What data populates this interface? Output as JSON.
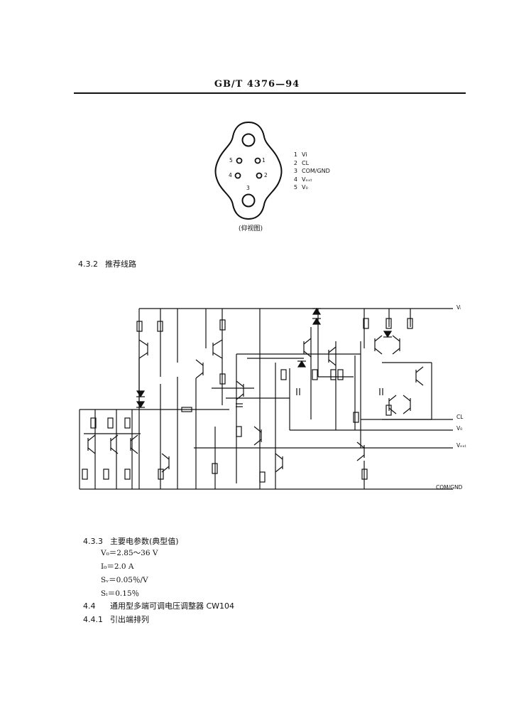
{
  "header": "GB/T 4376—94",
  "package": {
    "pin_numbers": [
      "5",
      "1",
      "4",
      "2",
      "3"
    ],
    "legend": [
      {
        "num": "1",
        "label": "Vi"
      },
      {
        "num": "2",
        "label": "CL"
      },
      {
        "num": "3",
        "label": "COM/GND"
      },
      {
        "num": "4",
        "label": "Vₑₓₜ"
      },
      {
        "num": "5",
        "label": "V₀"
      }
    ],
    "caption": "(仰视图)"
  },
  "sections": {
    "s432": {
      "number": "4.3.2",
      "title": "推荐线路"
    },
    "s433": {
      "number": "4.3.3",
      "title": "主要电参数(典型值)"
    },
    "s44": {
      "number": "4.4",
      "title": "通用型多端可调电压调整器 CW104"
    },
    "s441": {
      "number": "4.4.1",
      "title": "引出端排列"
    }
  },
  "circuit_labels": {
    "vi": "Vᵢ",
    "cl": "CL",
    "vo": "V₀",
    "vext": "Vₑₓₜ",
    "com": "COM/GND"
  },
  "params": [
    "V₀＝2.85～36 V",
    "I₀＝2.0 A",
    "Sᵥ＝0.05％/V",
    "Sₗ＝0.15％"
  ]
}
